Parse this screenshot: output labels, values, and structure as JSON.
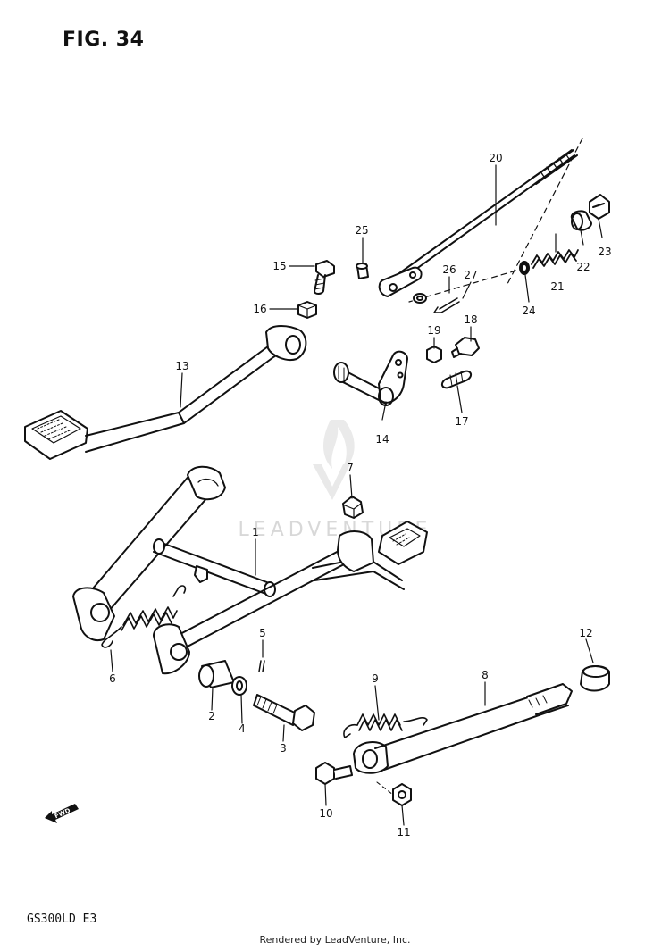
{
  "figure": {
    "title": "FIG. 34"
  },
  "model": {
    "code": "GS300LD",
    "region": "E3"
  },
  "footer": {
    "text": "Rendered by LeadVenture, Inc."
  },
  "watermark": {
    "text": "LEADVENTURE"
  },
  "direction_marker": {
    "text": "FWD"
  },
  "callouts": [
    {
      "num": "1"
    },
    {
      "num": "2"
    },
    {
      "num": "3"
    },
    {
      "num": "4"
    },
    {
      "num": "5"
    },
    {
      "num": "6"
    },
    {
      "num": "7"
    },
    {
      "num": "8"
    },
    {
      "num": "9"
    },
    {
      "num": "10"
    },
    {
      "num": "11"
    },
    {
      "num": "12"
    },
    {
      "num": "13"
    },
    {
      "num": "14"
    },
    {
      "num": "15"
    },
    {
      "num": "16"
    },
    {
      "num": "17"
    },
    {
      "num": "18"
    },
    {
      "num": "19"
    },
    {
      "num": "20"
    },
    {
      "num": "21"
    },
    {
      "num": "22"
    },
    {
      "num": "23"
    },
    {
      "num": "24"
    },
    {
      "num": "25"
    },
    {
      "num": "26"
    },
    {
      "num": "27"
    }
  ]
}
